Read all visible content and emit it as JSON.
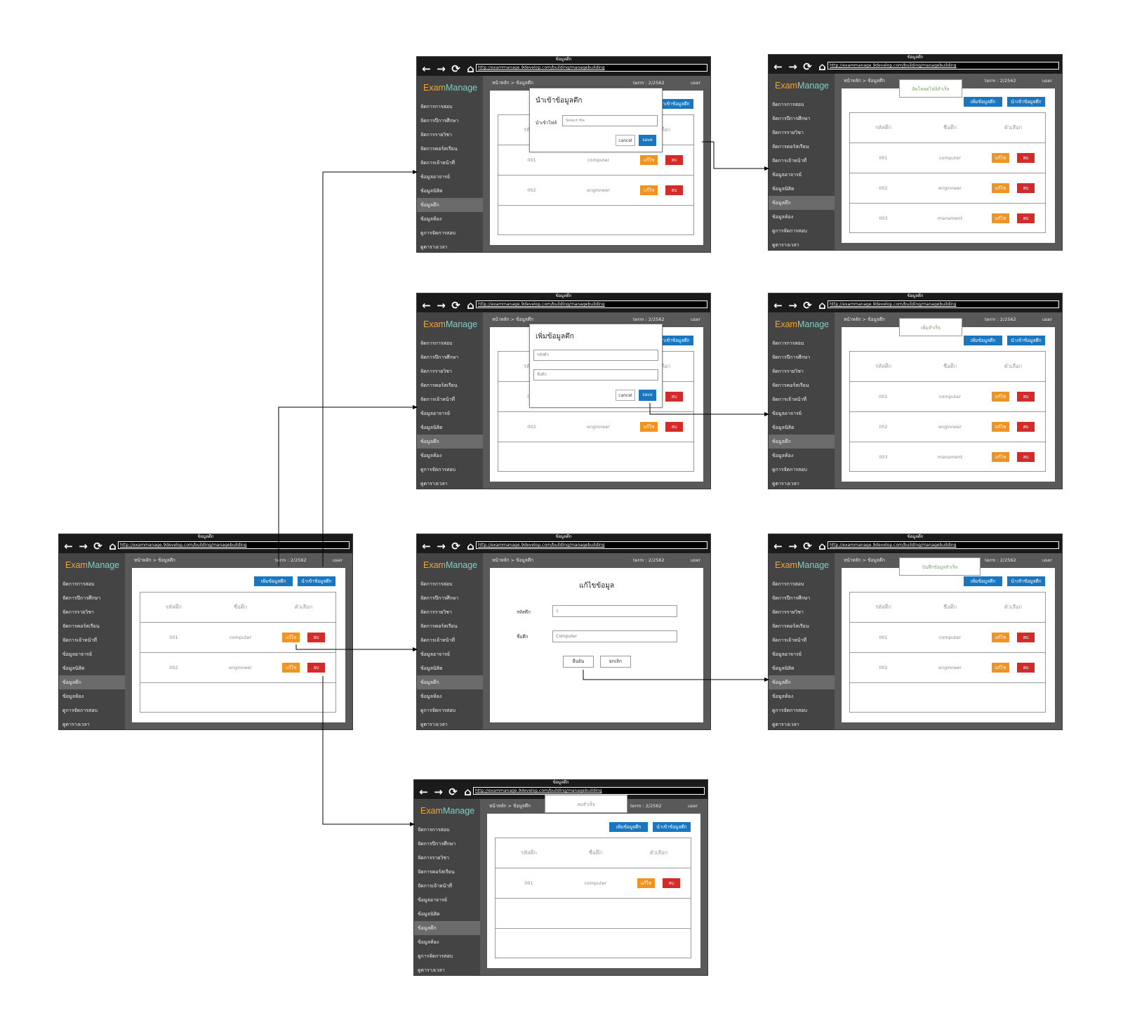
{
  "common": {
    "window_title": "ข้อมูลตึก",
    "url": "http://exammanage.9develop.com/building/managebuilding",
    "logo_part1": "Exam",
    "logo_part2": "Manage",
    "breadcrumb": "หน้าหลัก > ข้อมูลตึก",
    "term": "term : 2/2562",
    "user": "user",
    "menu": [
      "จัดการการสอบ",
      "จัดการปีการศึกษา",
      "จัดการรายวิชา",
      "จัดการคอร์สเรียน",
      "จัดการเจ้าหน้าที่",
      "ข้อมูลอาจารย์",
      "ข้อมูลนิสิต",
      "ข้อมูลตึก",
      "ข้อมูลห้อง",
      "ดูการจัดการสอบ",
      "ดูตารางเวลา"
    ],
    "active_menu_index": 7,
    "add_button": "เพิ่มข้อมูลตึก",
    "import_button": "นำเข้าข้อมูลตึก",
    "col_code": "รหัสตึก",
    "col_name": "ชื่อตึก",
    "col_options": "ตัวเลือก",
    "edit_button": "แก้ไข",
    "delete_button": "ลบ"
  },
  "rows": {
    "two": [
      {
        "code": "001",
        "name": "computer"
      },
      {
        "code": "002",
        "name": "enginneer"
      }
    ],
    "three": [
      {
        "code": "001",
        "name": "computer"
      },
      {
        "code": "002",
        "name": "enginneer"
      },
      {
        "code": "003",
        "name": "manament"
      }
    ],
    "one": [
      {
        "code": "001",
        "name": "computer"
      }
    ]
  },
  "import_modal": {
    "title": "นำเข้าข้อมูลตึก",
    "file_label": "นำเข้าไฟล์",
    "file_placeholder": "Select file",
    "cancel": "cancel",
    "save": "save"
  },
  "add_modal": {
    "title": "เพิ่มข้อมูลตึก",
    "code_placeholder": "รหัสตึก",
    "name_placeholder": "ชื่อตึก",
    "cancel": "cancel",
    "save": "save"
  },
  "edit_form": {
    "title": "แก้ไขข้อมูล",
    "code_label": "รหัสตึก",
    "code_value": "1",
    "name_label": "ชื่อตึก",
    "name_value": "Computer",
    "confirm": "ยืนยัน",
    "cancel": "ยกเลิก"
  },
  "toasts": {
    "upload": "อัพโหลดไฟล์สำเร็จ",
    "add": "เพิ่มสำเร็จ",
    "edit": "บันทึกข้อมูลสำเร็จ",
    "delete": "ลบสำเร็จ"
  }
}
